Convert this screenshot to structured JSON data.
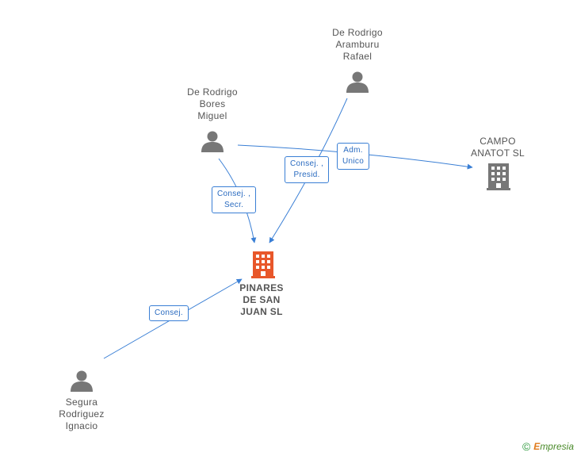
{
  "nodes": {
    "rodrigo_aramburu": {
      "label": "De Rodrigo\nAramburu\nRafael",
      "type": "person"
    },
    "rodrigo_bores": {
      "label": "De Rodrigo\nBores\nMiguel",
      "type": "person"
    },
    "campo_anatot": {
      "label": "CAMPO\nANATOT SL",
      "type": "company"
    },
    "pinares": {
      "label": "PINARES\nDE SAN\nJUAN SL",
      "type": "company-main"
    },
    "segura": {
      "label": "Segura\nRodriguez\nIgnacio",
      "type": "person"
    }
  },
  "edges": {
    "bores_campo": "Adm.\nUnico",
    "aramburu_pinares": "Consej. ,\nPresid.",
    "bores_pinares": "Consej. ,\nSecr.",
    "segura_pinares": "Consej."
  },
  "colors": {
    "edge": "#3a7fd5",
    "person_icon": "#777777",
    "company_icon": "#777777",
    "main_company_icon": "#e8572a"
  },
  "footer": {
    "copyright_symbol": "©",
    "brand_initial": "E",
    "brand_rest": "mpresia"
  }
}
